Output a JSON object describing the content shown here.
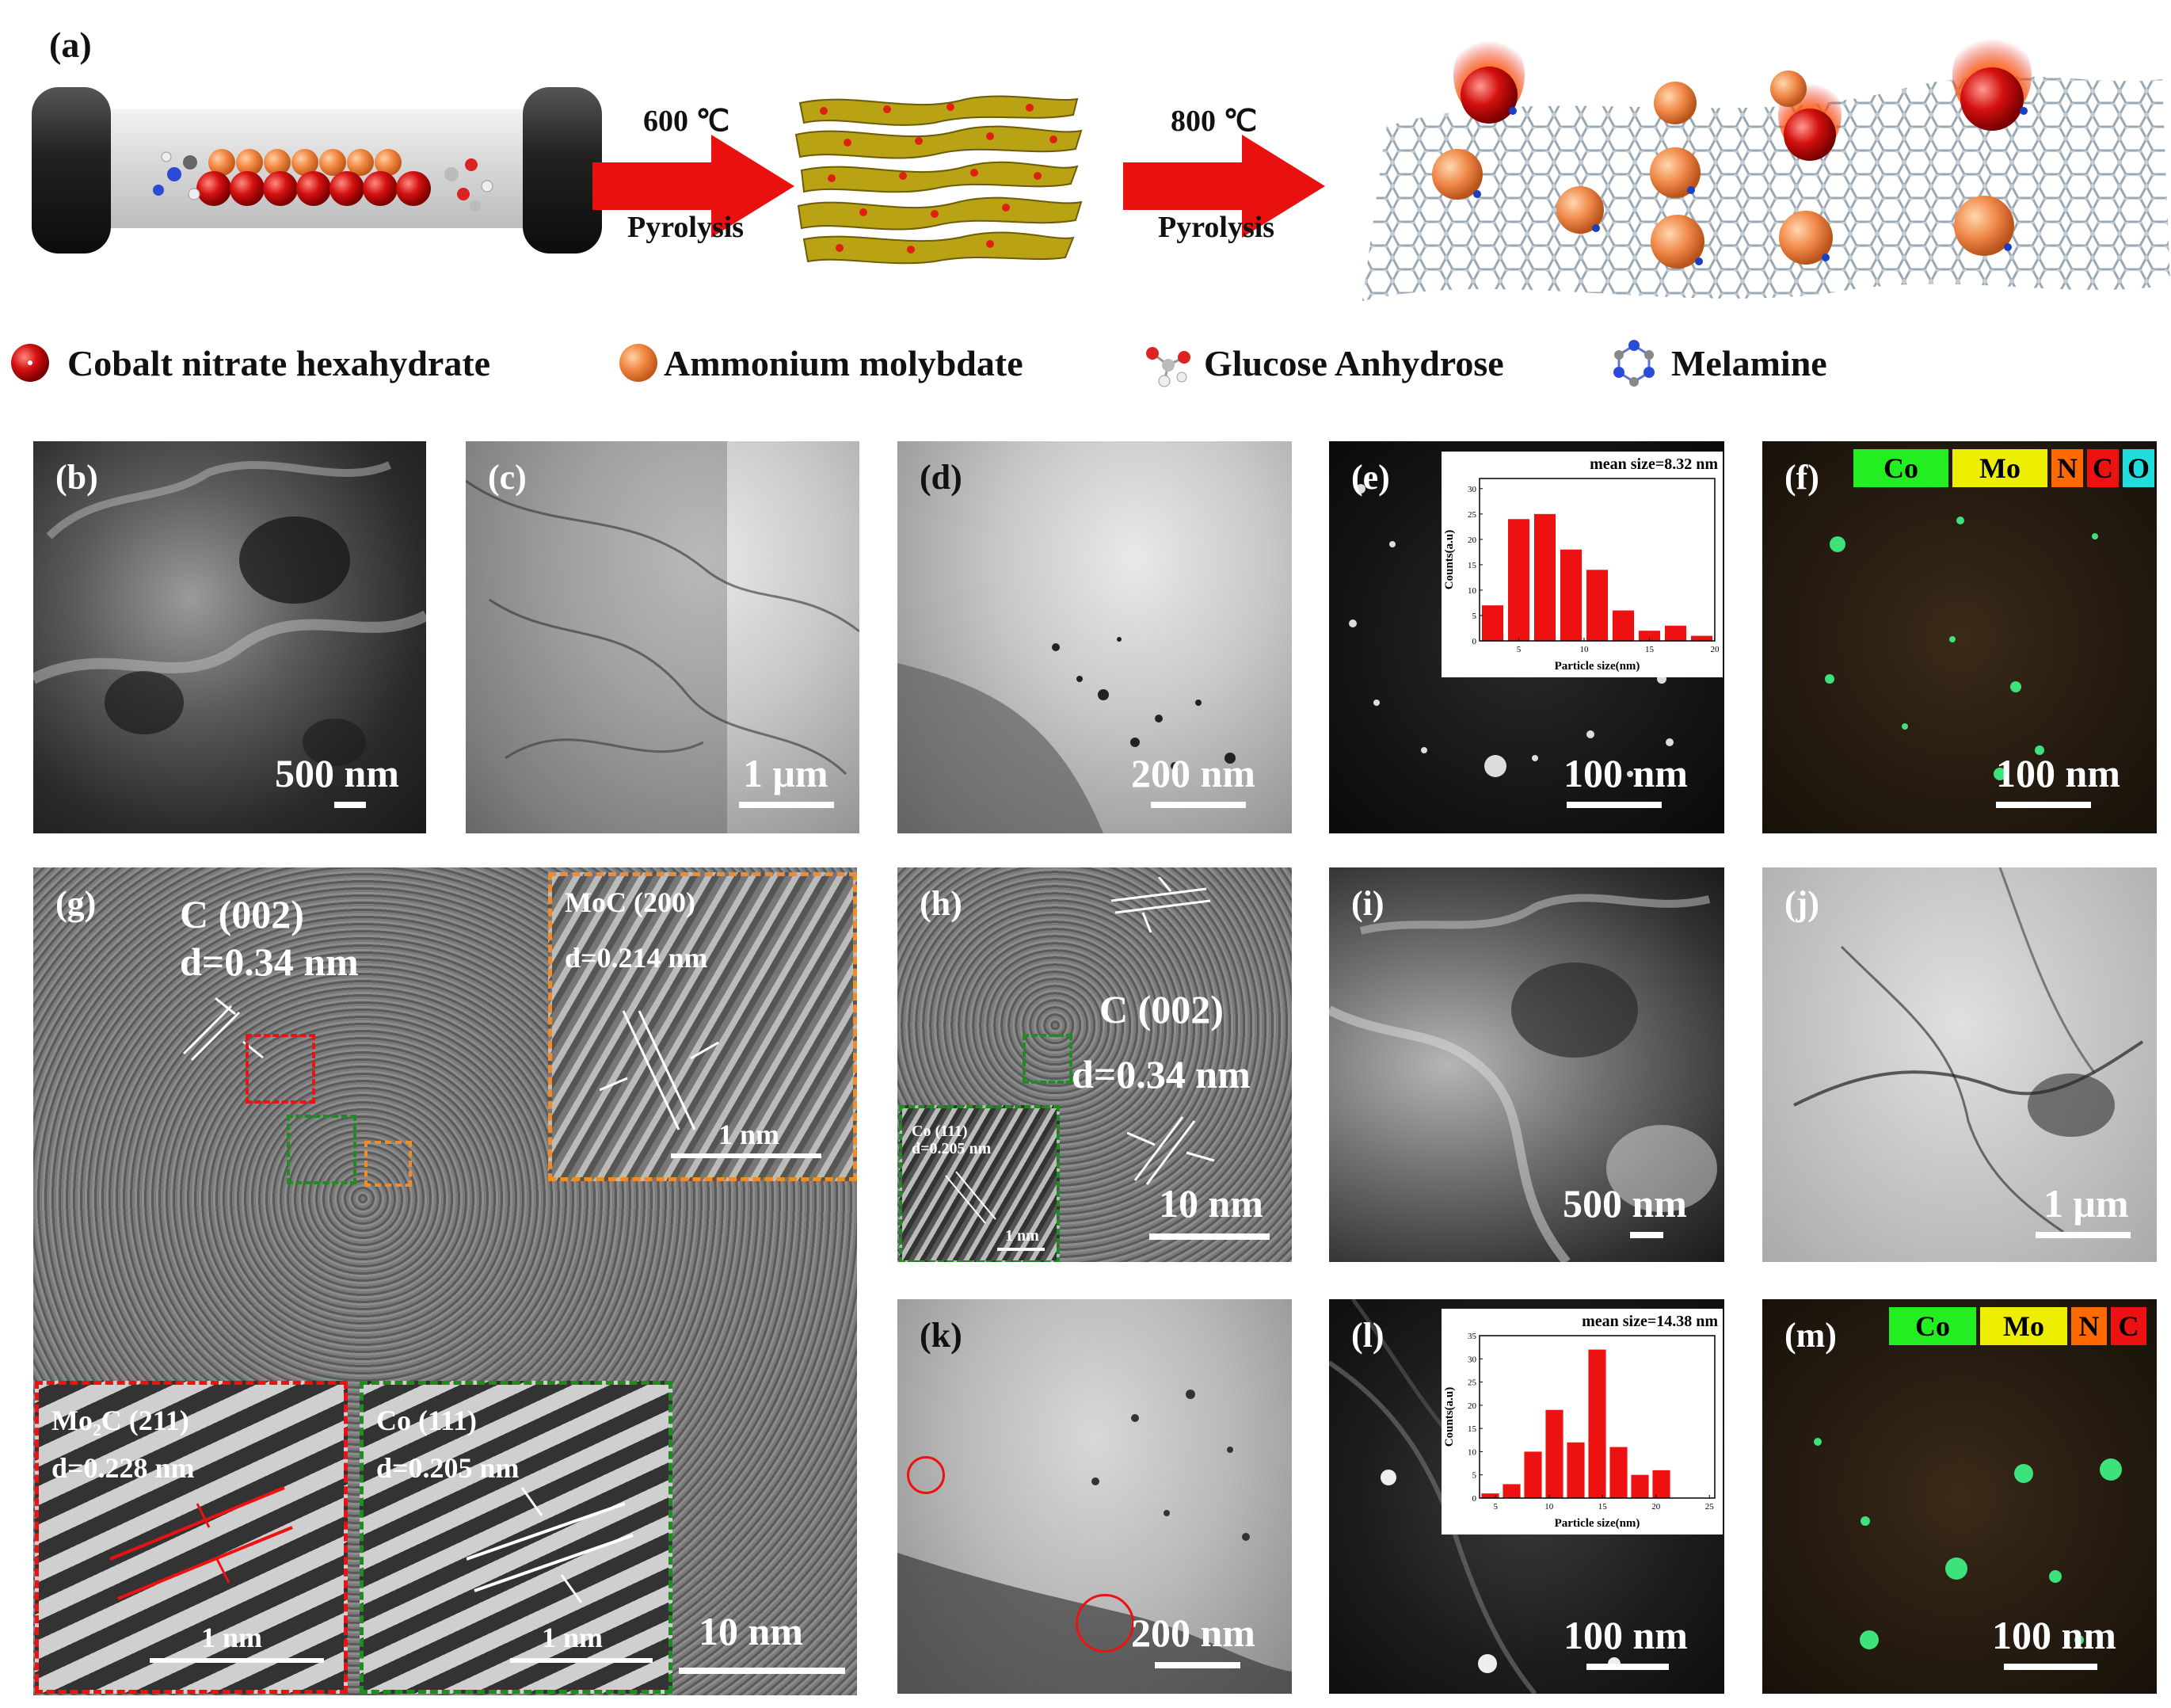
{
  "scheme": {
    "label": "(a)",
    "step1": {
      "temp": "600 ℃",
      "process": "Pyrolysis"
    },
    "step2": {
      "temp": "800 ℃",
      "process": "Pyrolysis"
    },
    "legend": [
      {
        "icon": "red-sphere-icon",
        "text": "Cobalt nitrate hexahydrate"
      },
      {
        "icon": "orange-sphere-icon",
        "text": "Ammonium molybdate"
      },
      {
        "icon": "glucose-molecule-icon",
        "text": "Glucose Anhydrose"
      },
      {
        "icon": "melamine-molecule-icon",
        "text": "Melamine"
      }
    ],
    "colors": {
      "arrow": "#e8110f",
      "cobalt": "#cc0d0d",
      "molybdate": "#f07a3a",
      "carbon_sheet": "#b9a214"
    }
  },
  "panels": {
    "b": {
      "label": "(b)",
      "scale": "500 nm"
    },
    "c": {
      "label": "(c)",
      "scale": "1 μm"
    },
    "d": {
      "label": "(d)",
      "scale": "200 nm"
    },
    "e": {
      "label": "(e)",
      "scale": "100 nm"
    },
    "f": {
      "label": "(f)",
      "scale": "100 nm",
      "elements": [
        "Co",
        "Mo",
        "N",
        "C",
        "O"
      ]
    },
    "g": {
      "label": "(g)",
      "scale": "10 nm",
      "lattice_title": "C (002)",
      "lattice_d": "d=0.34 nm",
      "inset_moc": {
        "title": "MoC (200)",
        "d": "d=0.214 nm",
        "scale": "1 nm"
      },
      "inset_mo2c": {
        "title": "Mo₂C (211)",
        "d": "d=0.228 nm",
        "scale": "1 nm"
      },
      "inset_co": {
        "title": "Co (111)",
        "d": "d=0.205 nm",
        "scale": "1 nm"
      }
    },
    "h": {
      "label": "(h)",
      "scale": "10 nm",
      "lattice_title": "C (002)",
      "lattice_d": "d=0.34 nm",
      "inset_co": {
        "title": "Co (111)",
        "d": "d=0.205 nm",
        "scale": "1 nm"
      }
    },
    "i": {
      "label": "(i)",
      "scale": "500 nm"
    },
    "j": {
      "label": "(j)",
      "scale": "1 μm"
    },
    "k": {
      "label": "(k)",
      "scale": "200 nm"
    },
    "l": {
      "label": "(l)",
      "scale": "100 nm"
    },
    "m": {
      "label": "(m)",
      "scale": "100 nm",
      "elements": [
        "Co",
        "Mo",
        "N",
        "C"
      ]
    }
  },
  "element_colors": {
    "Co": "#22ee22",
    "Mo": "#eeee00",
    "N": "#ff6a00",
    "C": "#ee1111",
    "O": "#22dddd"
  },
  "chart_data": [
    {
      "type": "bar",
      "panel": "e",
      "title": "mean size=8.32 nm",
      "xlabel": "Particle size(nm)",
      "ylabel": "Counts(a.u)",
      "x": [
        3,
        5,
        7,
        9,
        11,
        13,
        15,
        17,
        19
      ],
      "values": [
        7,
        24,
        25,
        18,
        14,
        6,
        2,
        3,
        1
      ],
      "xlim": [
        2,
        20
      ],
      "ylim": [
        0,
        32
      ],
      "xticks": [
        5,
        10,
        15,
        20
      ],
      "yticks": [
        0,
        5,
        10,
        15,
        20,
        25,
        30
      ],
      "bar_color": "#ee1111"
    },
    {
      "type": "bar",
      "panel": "l",
      "title": "mean size=14.38 nm",
      "xlabel": "Particle size(nm)",
      "ylabel": "Counts(a.u)",
      "x": [
        4.5,
        6.5,
        8.5,
        10.5,
        12.5,
        14.5,
        16.5,
        18.5,
        20.5,
        22.5,
        24.5
      ],
      "values": [
        1,
        3,
        10,
        19,
        12,
        32,
        11,
        5,
        6,
        0,
        0
      ],
      "xlim": [
        3.5,
        25.5
      ],
      "ylim": [
        0,
        35
      ],
      "xticks": [
        5,
        10,
        15,
        20,
        25
      ],
      "yticks": [
        0,
        5,
        10,
        15,
        20,
        25,
        30,
        35
      ],
      "bar_color": "#ee1111"
    }
  ]
}
